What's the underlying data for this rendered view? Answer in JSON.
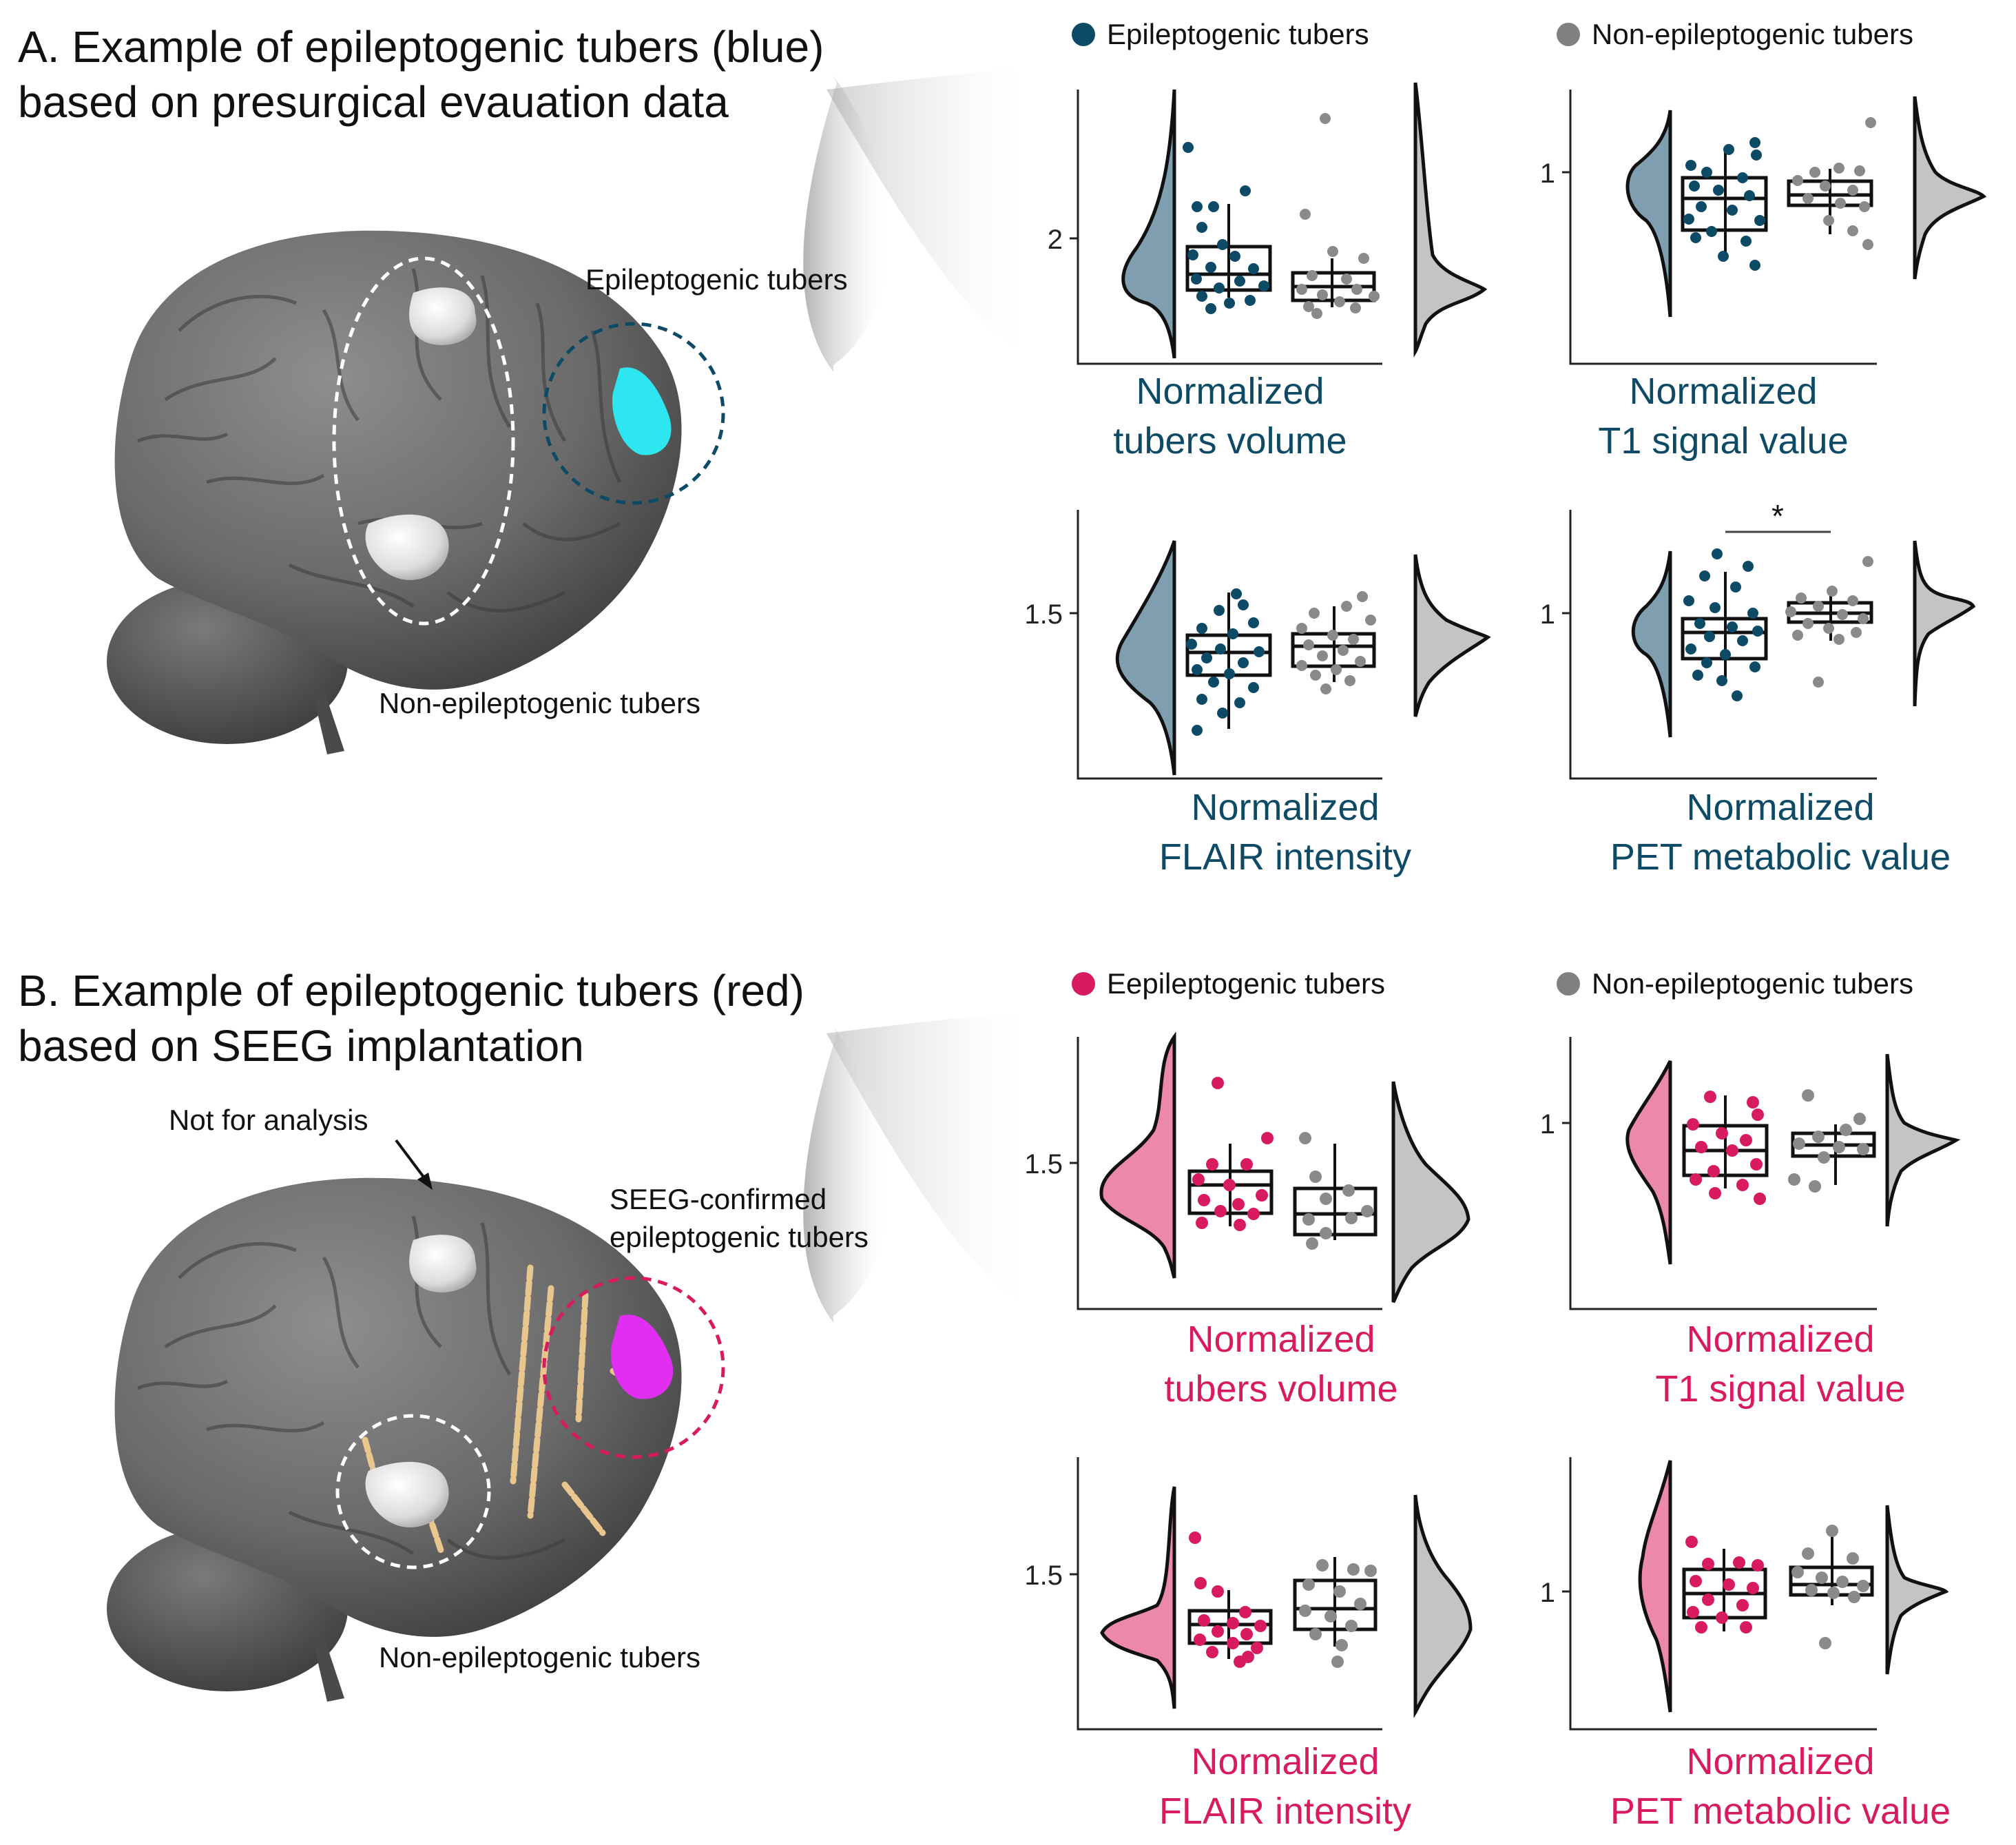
{
  "panel_a": {
    "title_line1": "A. Example of epileptogenic tubers (blue)",
    "title_line2": "based on presurgical evauation data",
    "brain_label_ept": "Epileptogenic tubers",
    "brain_label_nept": "Non-epileptogenic tubers",
    "legend": [
      {
        "label": "Epileptogenic tubers",
        "color": "#0d4a66"
      },
      {
        "label": "Non-epileptogenic tubers",
        "color": "#808080"
      }
    ],
    "plots": [
      {
        "label_line1": "Normalized",
        "label_line2": "tubers volume",
        "tick": "2"
      },
      {
        "label_line1": "Normalized",
        "label_line2": "T1 signal value",
        "tick": "1"
      },
      {
        "label_line1": "Normalized",
        "label_line2": "FLAIR intensity",
        "tick": "1.5"
      },
      {
        "label_line1": "Normalized",
        "label_line2": "PET metabolic value",
        "tick": "1",
        "significance": "*"
      }
    ]
  },
  "panel_b": {
    "title_line1": "B. Example of epileptogenic tubers (red)",
    "title_line2": "based on SEEG implantation",
    "brain_label_na": "Not for analysis",
    "brain_label_seeg1": "SEEG-confirmed",
    "brain_label_seeg2": "epileptogenic tubers",
    "brain_label_nept": "Non-epileptogenic tubers",
    "legend": [
      {
        "label": "Eepileptogenic tubers",
        "color": "#d81b60"
      },
      {
        "label": "Non-epileptogenic tubers",
        "color": "#808080"
      }
    ],
    "plots": [
      {
        "label_line1": "Normalized",
        "label_line2": "tubers volume",
        "tick": "1.5"
      },
      {
        "label_line1": "Normalized",
        "label_line2": "T1 signal value",
        "tick": "1"
      },
      {
        "label_line1": "Normalized",
        "label_line2": "FLAIR intensity",
        "tick": "1.5"
      },
      {
        "label_line1": "Normalized",
        "label_line2": "PET metabolic value",
        "tick": "1"
      }
    ]
  },
  "colors": {
    "ept_blue": "#0d4a66",
    "ept_blue_violin": "#7f9fb0",
    "ept_red": "#d81b60",
    "ept_red_violin": "#ec88a8",
    "non_ept_points": "#8a8a8a",
    "non_ept_violin": "#c4c4c4",
    "brain": "#6e6e6e",
    "tuber_cyan": "#2ee6f0",
    "tuber_magenta": "#e02ff0"
  },
  "chart_data": [
    {
      "type": "box",
      "panel": "A",
      "metric": "Normalized tubers volume",
      "yticks": [
        2
      ],
      "ylim": [
        1.5,
        2.6
      ],
      "series": [
        {
          "name": "Epileptogenic tubers",
          "median": 1.86,
          "q1": 1.8,
          "q3": 1.96,
          "whisker_low": 1.72,
          "whisker_high": 2.07
        },
        {
          "name": "Non-epileptogenic tubers",
          "median": 1.81,
          "q1": 1.76,
          "q3": 1.86,
          "whisker_low": 1.72,
          "whisker_high": 1.94
        }
      ]
    },
    {
      "type": "box",
      "panel": "A",
      "metric": "Normalized T1 signal value",
      "yticks": [
        1
      ],
      "ylim": [
        0.76,
        1.06
      ],
      "series": [
        {
          "name": "Epileptogenic tubers",
          "median": 0.982,
          "q1": 0.962,
          "q3": 0.996,
          "whisker_low": 0.945,
          "whisker_high": 1.004
        },
        {
          "name": "Non-epileptogenic tubers",
          "median": 0.985,
          "q1": 0.979,
          "q3": 0.994,
          "whisker_low": 0.972,
          "whisker_high": 1.001
        }
      ]
    },
    {
      "type": "box",
      "panel": "A",
      "metric": "Normalized FLAIR intensity",
      "yticks": [
        1.5
      ],
      "ylim": [
        1.15,
        1.72
      ],
      "series": [
        {
          "name": "Epileptogenic tubers",
          "median": 1.42,
          "q1": 1.39,
          "q3": 1.45,
          "whisker_low": 1.34,
          "whisker_high": 1.51
        },
        {
          "name": "Non-epileptogenic tubers",
          "median": 1.44,
          "q1": 1.41,
          "q3": 1.46,
          "whisker_low": 1.38,
          "whisker_high": 1.49
        }
      ]
    },
    {
      "type": "box",
      "panel": "A",
      "metric": "Normalized PET metabolic value",
      "significance": "*",
      "yticks": [
        1
      ],
      "ylim": [
        0.6,
        1.3
      ],
      "series": [
        {
          "name": "Epileptogenic tubers",
          "median": 0.95,
          "q1": 0.91,
          "q3": 0.99,
          "whisker_low": 0.84,
          "whisker_high": 1.09
        },
        {
          "name": "Non-epileptogenic tubers",
          "median": 1.0,
          "q1": 0.98,
          "q3": 1.02,
          "whisker_low": 0.93,
          "whisker_high": 1.04
        }
      ]
    },
    {
      "type": "box",
      "panel": "B",
      "metric": "Normalized tubers volume",
      "yticks": [
        1.5
      ],
      "ylim": [
        1.1,
        1.9
      ],
      "series": [
        {
          "name": "Eepileptogenic tubers",
          "median": 1.46,
          "q1": 1.41,
          "q3": 1.48,
          "whisker_low": 1.37,
          "whisker_high": 1.54
        },
        {
          "name": "Non-epileptogenic tubers",
          "median": 1.42,
          "q1": 1.38,
          "q3": 1.45,
          "whisker_low": 1.33,
          "whisker_high": 1.55
        }
      ]
    },
    {
      "type": "box",
      "panel": "B",
      "metric": "Normalized T1 signal value",
      "yticks": [
        1
      ],
      "ylim": [
        0.74,
        1.08
      ],
      "series": [
        {
          "name": "Eepileptogenic tubers",
          "median": 0.977,
          "q1": 0.955,
          "q3": 0.997,
          "whisker_low": 0.936,
          "whisker_high": 1.021
        },
        {
          "name": "Non-epileptogenic tubers",
          "median": 0.982,
          "q1": 0.969,
          "q3": 0.99,
          "whisker_low": 0.946,
          "whisker_high": 0.998
        }
      ]
    },
    {
      "type": "box",
      "panel": "B",
      "metric": "Normalized FLAIR intensity",
      "yticks": [
        1.5
      ],
      "ylim": [
        1.18,
        1.72
      ],
      "series": [
        {
          "name": "Eepileptogenic tubers",
          "median": 1.4,
          "q1": 1.38,
          "q3": 1.42,
          "whisker_low": 1.36,
          "whisker_high": 1.45
        },
        {
          "name": "Non-epileptogenic tubers",
          "median": 1.42,
          "q1": 1.4,
          "q3": 1.46,
          "whisker_low": 1.38,
          "whisker_high": 1.5
        }
      ]
    },
    {
      "type": "box",
      "panel": "B",
      "metric": "Normalized PET metabolic value",
      "yticks": [
        1
      ],
      "ylim": [
        0.55,
        1.4
      ],
      "series": [
        {
          "name": "Eepileptogenic tubers",
          "median": 0.99,
          "q1": 0.94,
          "q3": 1.04,
          "whisker_low": 0.9,
          "whisker_high": 1.1
        },
        {
          "name": "Non-epileptogenic tubers",
          "median": 1.01,
          "q1": 0.99,
          "q3": 1.05,
          "whisker_low": 0.94,
          "whisker_high": 1.14
        }
      ]
    }
  ]
}
